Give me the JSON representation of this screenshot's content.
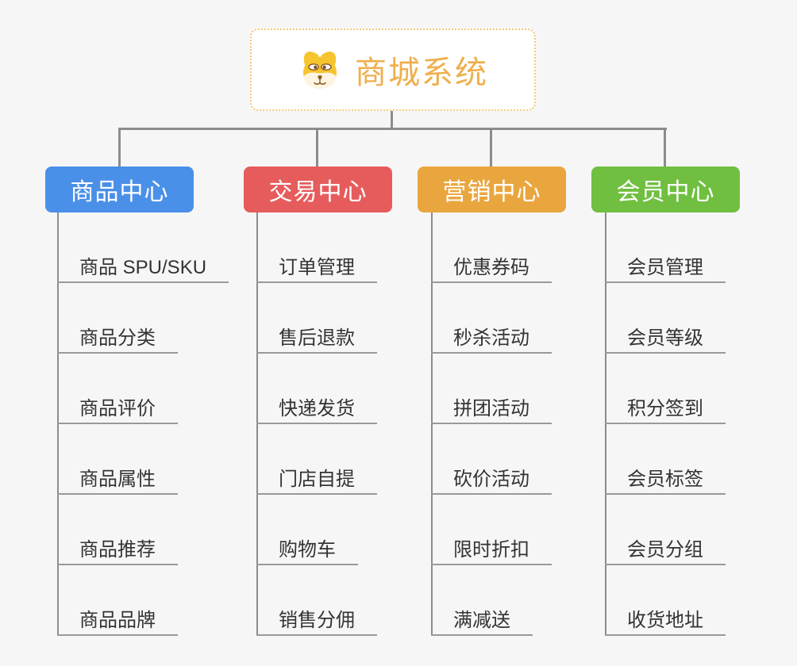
{
  "root": {
    "title": "商城系统",
    "icon": "dog-face-icon",
    "title_color": "#efaf4c",
    "border_color": "#f5c878",
    "background": "#ffffff"
  },
  "canvas": {
    "background_color": "#f6f6f7",
    "connector_color": "#8c8c8c",
    "leaf_underline_color": "#999999",
    "leaf_text_color": "#333333"
  },
  "branches": [
    {
      "label": "商品中心",
      "color": "#4a90e8",
      "items": [
        "商品 SPU/SKU",
        "商品分类",
        "商品评价",
        "商品属性",
        "商品推荐",
        "商品品牌"
      ]
    },
    {
      "label": "交易中心",
      "color": "#e65c5c",
      "items": [
        "订单管理",
        "售后退款",
        "快递发货",
        "门店自提",
        "购物车",
        "销售分佣"
      ]
    },
    {
      "label": "营销中心",
      "color": "#eaa63e",
      "items": [
        "优惠券码",
        "秒杀活动",
        "拼团活动",
        "砍价活动",
        "限时折扣",
        "满减送"
      ]
    },
    {
      "label": "会员中心",
      "color": "#70bf40",
      "items": [
        "会员管理",
        "会员等级",
        "积分签到",
        "会员标签",
        "会员分组",
        "收货地址"
      ]
    }
  ]
}
